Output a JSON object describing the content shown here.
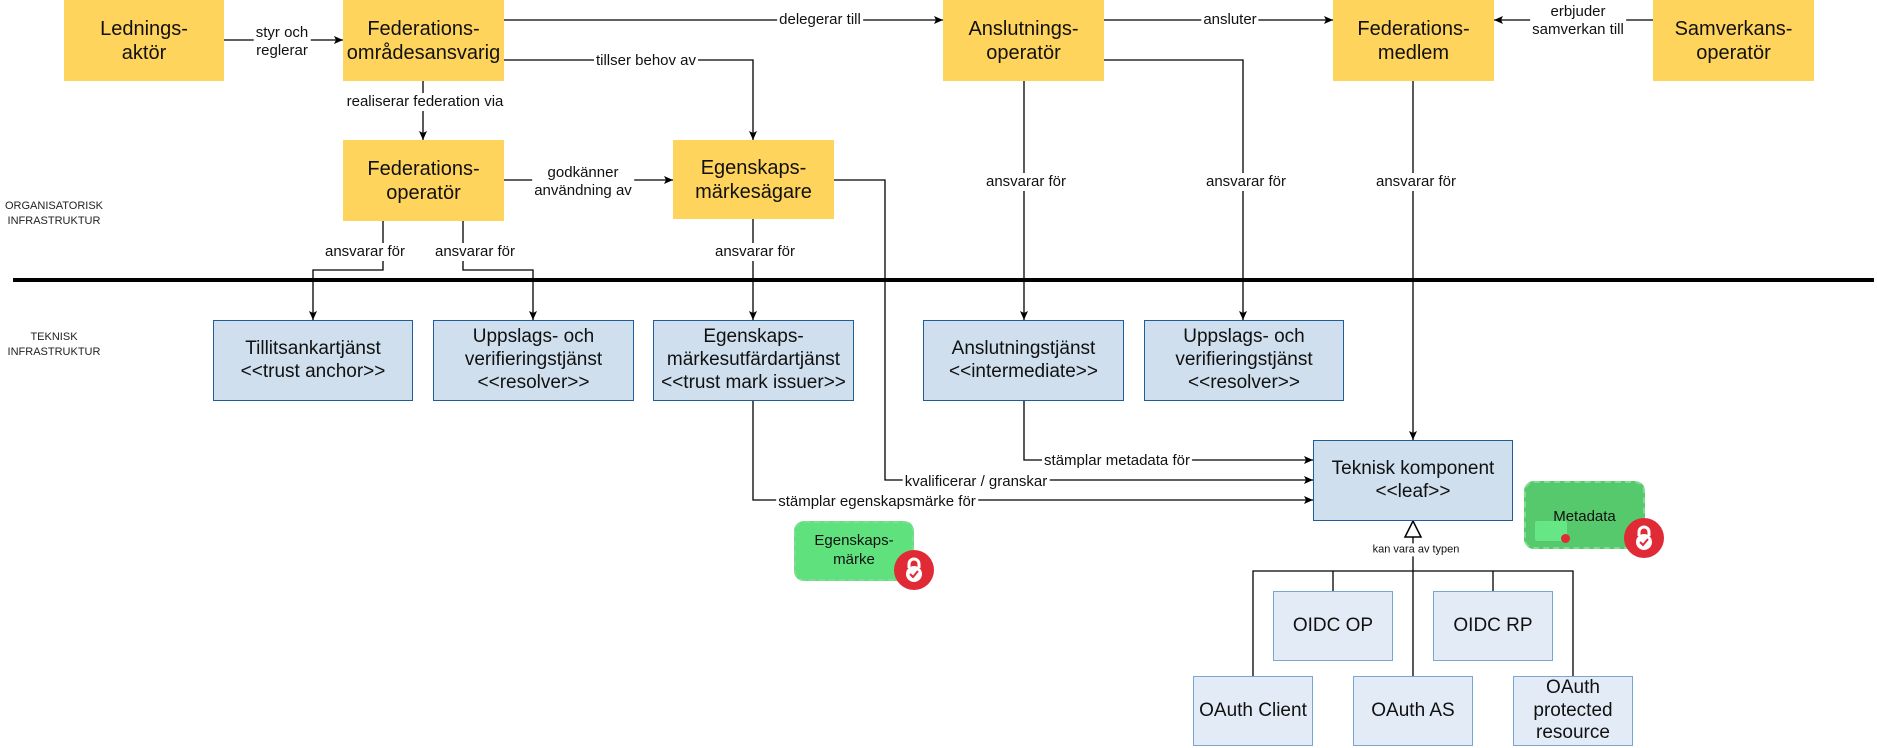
{
  "layers": {
    "organisational": "ORGANISATORISK\nINFRASTRUKTUR",
    "technical": "TEKNISK\nINFRASTRUKTUR"
  },
  "actors": {
    "lednings": "Lednings-\naktör",
    "omradesansvarig": "Federations-\nområdesansvarig",
    "anslutningsoperator": "Anslutnings-\noperatör",
    "medlem": "Federations-\nmedlem",
    "samverkansoperator": "Samverkans-\noperatör",
    "federationsoperator": "Federations-\noperatör",
    "markesagare": "Egenskaps-\nmärkesägare"
  },
  "services": {
    "trust_anchor": "Tillitsankartjänst\n<<trust anchor>>",
    "resolver_1": "Uppslags- och\nverifieringstjänst\n<<resolver>>",
    "trust_mark_issuer": "Egenskaps-\nmärkesutfärdartjänst\n<<trust mark issuer>>",
    "intermediate": "Anslutningstjänst\n<<intermediate>>",
    "resolver_2": "Uppslags- och\nverifieringstjänst\n<<resolver>>",
    "leaf": "Teknisk komponent\n<<leaf>>"
  },
  "component_types": {
    "oidc_op": "OIDC OP",
    "oidc_rp": "OIDC RP",
    "oauth_client": "OAuth Client",
    "oauth_as": "OAuth AS",
    "oauth_pr": "OAuth\nprotected\nresource"
  },
  "artifacts": {
    "trust_mark": "Egenskaps-\nmärke",
    "metadata": "Metadata"
  },
  "relations": {
    "styr": "styr och\nreglerar",
    "delegerar": "delegerar till",
    "ansluter": "ansluter",
    "erbjuder": "erbjuder\nsamverkan till",
    "tillser": "tillser behov av",
    "realiserar": "realiserar federation via",
    "godkanner": "godkänner\nanvändning av",
    "ansvarar_fo_1": "ansvarar för",
    "ansvarar_fo_2": "ansvarar för",
    "ansvarar_ma": "ansvarar för",
    "ansvarar_ao_1": "ansvarar för",
    "ansvarar_ao_2": "ansvarar för",
    "ansvarar_fm": "ansvarar för",
    "stamplar_metadata": "stämplar metadata för",
    "kvalificerar": "kvalificerar / granskar",
    "stamplar_marke": "stämplar egenskapsmärke för",
    "kan_vara": "kan vara av typen"
  },
  "colors": {
    "actor_fill": "#ffd45c",
    "service_fill": "#cfdfee",
    "service_border": "#1f5d99",
    "type_fill": "#e3ecf6",
    "artifact_green": "#5fe27e",
    "lock_red": "#e02a35"
  }
}
